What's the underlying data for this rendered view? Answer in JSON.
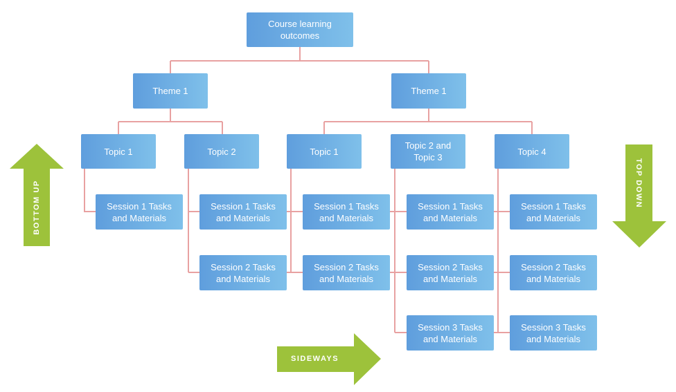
{
  "colors": {
    "node_gradient_start": "#5f9edd",
    "node_gradient_end": "#7fc0ea",
    "connector": "#e8a1a1",
    "arrow": "#9dc23b"
  },
  "root": {
    "label": "Course learning outcomes"
  },
  "themes": [
    {
      "label": "Theme 1"
    },
    {
      "label": "Theme 1"
    }
  ],
  "topics": [
    {
      "label": "Topic 1",
      "sessions": [
        {
          "label": "Session 1 Tasks and Materials"
        }
      ]
    },
    {
      "label": "Topic 2",
      "sessions": [
        {
          "label": "Session 1 Tasks and Materials"
        },
        {
          "label": "Session 2 Tasks and Materials"
        }
      ]
    },
    {
      "label": "Topic 1",
      "sessions": [
        {
          "label": "Session 1 Tasks and Materials"
        },
        {
          "label": "Session 2 Tasks and Materials"
        }
      ]
    },
    {
      "label": "Topic 2 and Topic 3",
      "sessions": [
        {
          "label": "Session 1 Tasks and Materials"
        },
        {
          "label": "Session 2 Tasks and Materials"
        },
        {
          "label": "Session 3 Tasks and Materials"
        }
      ]
    },
    {
      "label": "Topic 4",
      "sessions": [
        {
          "label": "Session 1 Tasks and Materials"
        },
        {
          "label": "Session 2 Tasks and Materials"
        },
        {
          "label": "Session 3 Tasks and Materials"
        }
      ]
    }
  ],
  "arrows": {
    "bottom_up": "BOTTOM UP",
    "top_down": "TOP DOWN",
    "sideways": "SIDEWAYS"
  }
}
